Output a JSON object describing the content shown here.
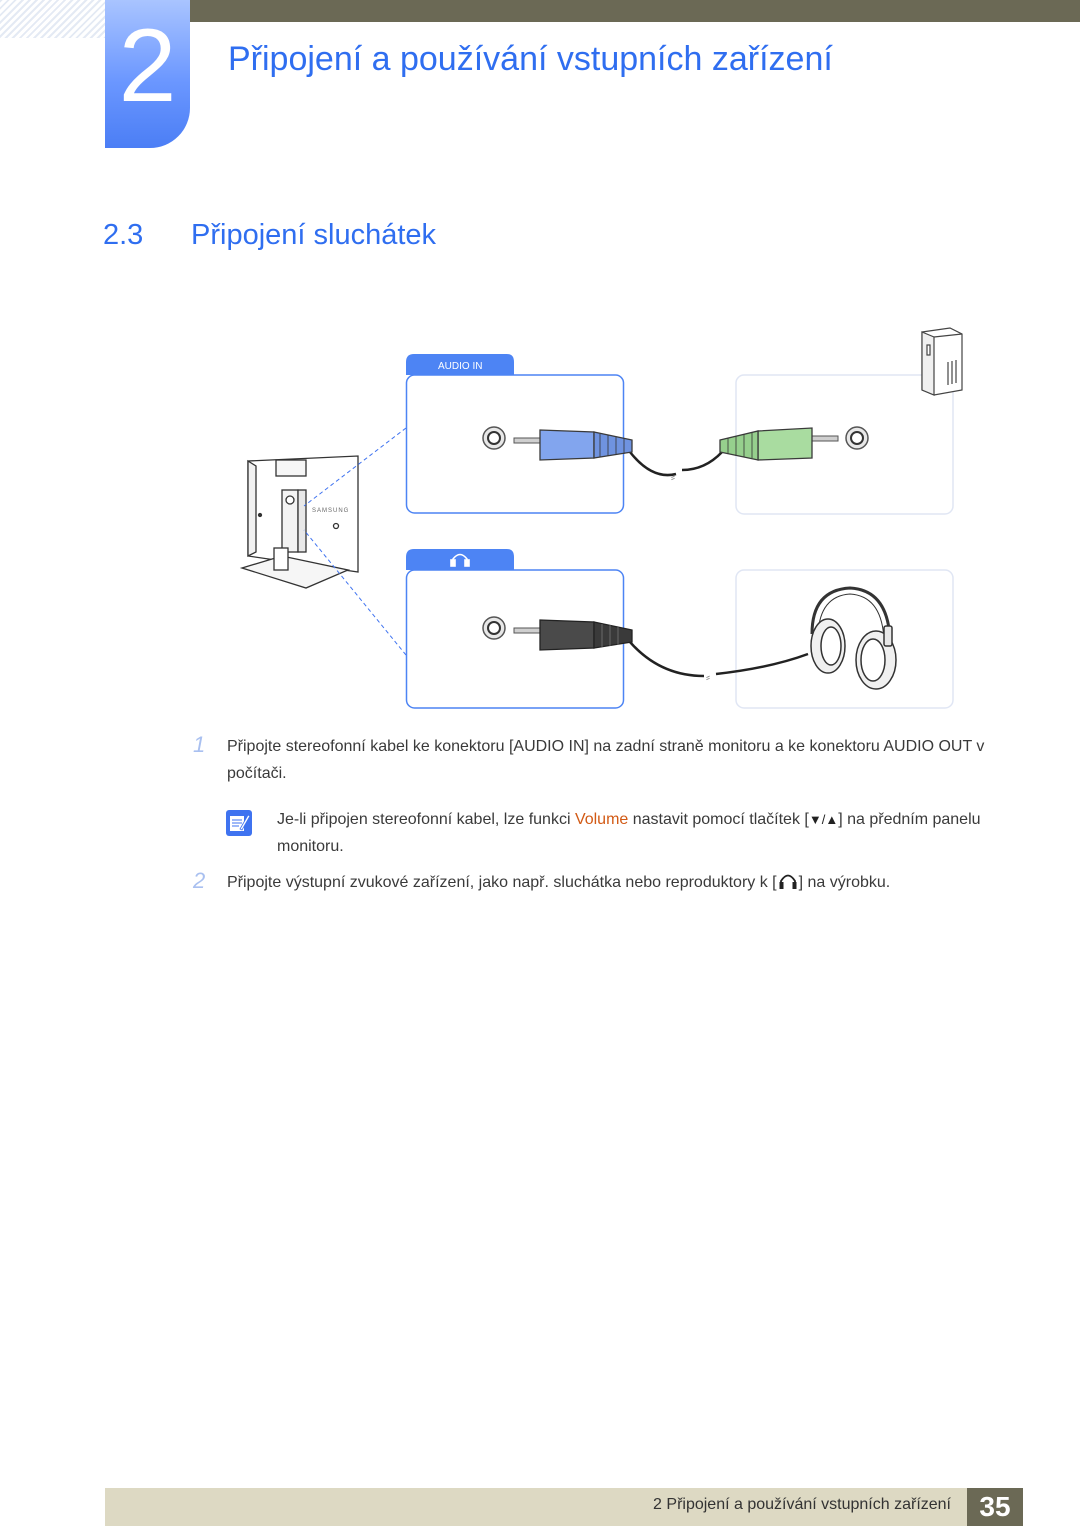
{
  "chapter": {
    "number": "2",
    "title": "Připojení a používání vstupních zařízení"
  },
  "section": {
    "number": "2.3",
    "title": "Připojení sluchátek"
  },
  "diagram": {
    "audio_in_label": "AUDIO IN",
    "monitor_brand": "SAMSUNG"
  },
  "steps": [
    {
      "number": "1",
      "text": "Připojte stereofonní kabel ke konektoru [AUDIO IN] na zadní straně monitoru a ke konektoru AUDIO OUT v počítači."
    },
    {
      "number": "2",
      "text_before": "Připojte výstupní zvukové zařízení, jako např. sluchátka nebo reproduktory k [",
      "text_after": "] na výrobku."
    }
  ],
  "note": {
    "text_before": "Je-li připojen stereofonní kabel, lze funkci ",
    "highlight": "Volume",
    "text_middle": " nastavit pomocí tlačítek [",
    "buttons": "▼/▲",
    "text_after": "] na předním panelu monitoru."
  },
  "footer": {
    "text": "2 Připojení a používání vstupních zařízení",
    "page": "35"
  },
  "colors": {
    "accent_blue": "#2f6ef0",
    "highlight_orange": "#d25a15",
    "footer_bar": "#ddd9c3",
    "header_bar": "#6b6955"
  }
}
